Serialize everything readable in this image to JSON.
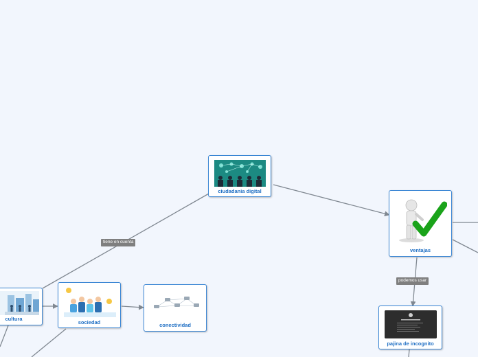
{
  "nodes": {
    "ciudadania": {
      "label": "ciudadania digital",
      "image": "people-network-illustration"
    },
    "ventajas": {
      "label": "ventajas",
      "image": "checkmark-figure-illustration"
    },
    "pajina": {
      "label": "pajina de incognito",
      "image": "incognito-page-screenshot"
    },
    "cultura": {
      "label": "cultura",
      "image": "city-people-illustration"
    },
    "sociedad": {
      "label": "sociedad",
      "image": "group-people-illustration"
    },
    "conectividad": {
      "label": "conectividad",
      "image": "network-connection-illustration"
    }
  },
  "edges": {
    "tiene_en_cuenta": "tiene en cuenta",
    "podemos_usar": "podemos usar"
  },
  "colors": {
    "background": "#f2f6fd",
    "node_border": "#3a86d4",
    "node_label": "#1f6fc4",
    "edge_line": "#808891",
    "edge_label_bg": "#7f7f7f"
  }
}
